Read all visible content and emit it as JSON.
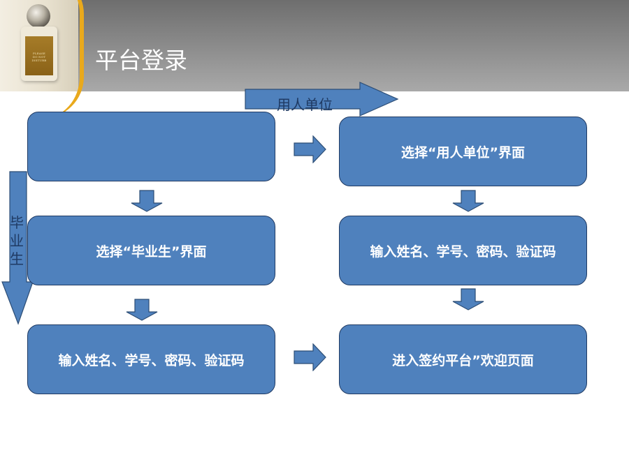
{
  "header": {
    "title": "平台登录",
    "door_hanger_text": "PLEASE DO NOT DISTURB"
  },
  "flow": {
    "left": {
      "box1": "",
      "box2": "选择“毕业生”界面",
      "box3": "输入姓名、学号、密码、验证码",
      "side_arrow_label": "毕业生"
    },
    "right": {
      "top_arrow_label": "用人单位",
      "box1": "选择“用人单位”界面",
      "box2": "输入姓名、学号、密码、验证码",
      "box3": "进入签约平台”欢迎页面"
    }
  },
  "colors": {
    "box_fill": "#4f81bd",
    "box_border": "#1f3a63",
    "accent_gold": "#e9a91c"
  }
}
